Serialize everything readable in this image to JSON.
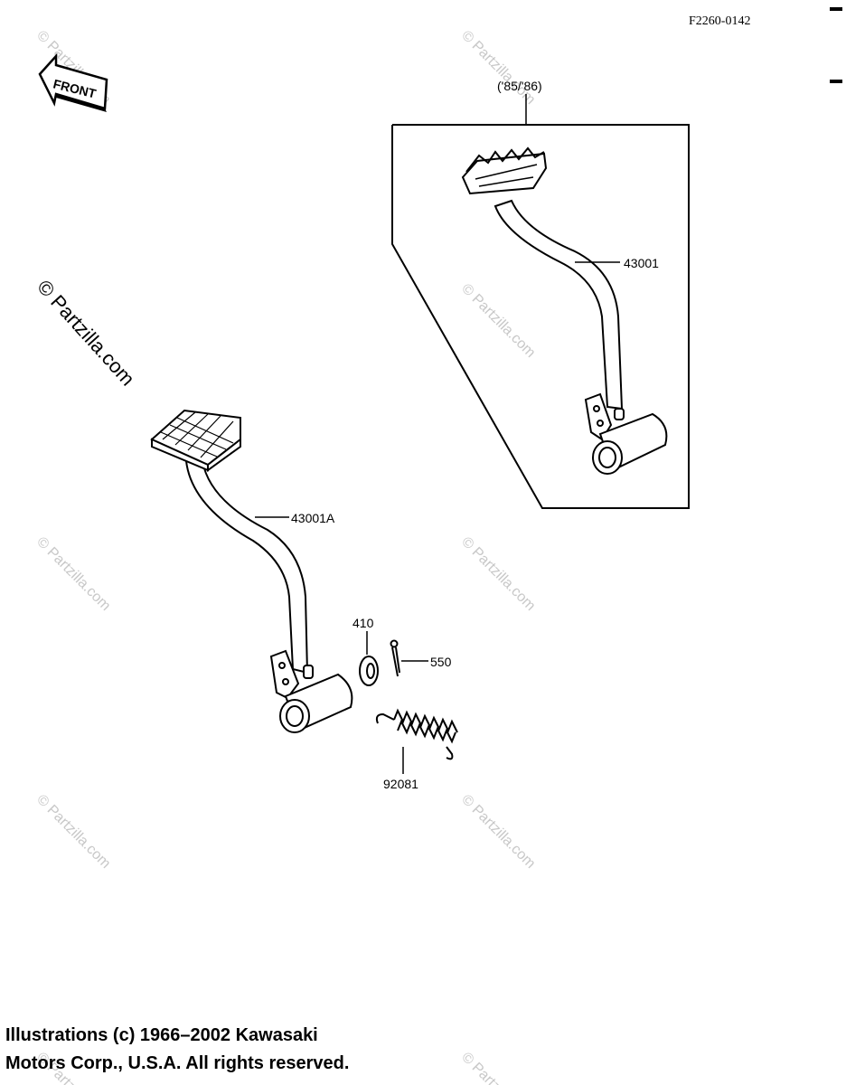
{
  "figure_code": "F2260-0142",
  "front_label": "FRONT",
  "variant_label": "('85/'86)",
  "parts": {
    "brake_pedal_variant": "43001",
    "brake_pedal": "43001A",
    "washer": "410",
    "cotter_pin": "550",
    "spring": "92081"
  },
  "watermark": "© Partzilla.com",
  "copyright": {
    "line1": "Illustrations (c) 1966–2002 Kawasaki",
    "line2": "Motors Corp., U.S.A.  All rights reserved."
  }
}
